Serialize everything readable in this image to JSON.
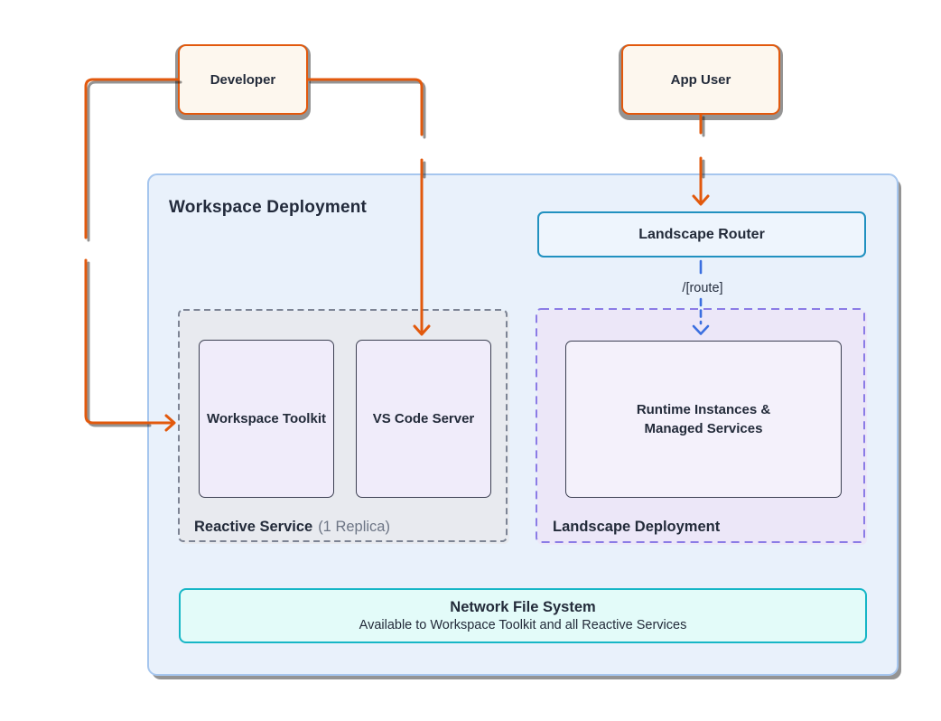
{
  "panel": {
    "title": "Workspace Deployment",
    "route_label": "/[route]"
  },
  "nodes": {
    "developer": {
      "label": "Developer"
    },
    "app_user": {
      "label": "App User"
    },
    "landscape_router": {
      "label": "Landscape Router"
    },
    "workspace_toolkit": {
      "label": "Workspace Toolkit"
    },
    "vs_code_server": {
      "label": "VS Code Server"
    },
    "reactive_service": {
      "label": "Reactive Service",
      "suffix": "(1 Replica)"
    },
    "landscape_deployment": {
      "label": "Landscape Deployment"
    },
    "runtime_instances": {
      "line1": "Runtime Instances &",
      "line2": "Managed Services"
    },
    "network_file_system": {
      "title": "Network File System",
      "subtitle": "Available to Workspace Toolkit and all Reactive Services"
    }
  },
  "colors": {
    "arrow_orange": "#e2590d",
    "arrow_blue_dashed": "#3b6fe0",
    "group_border_purple_dashed": "#8b7ce6",
    "group_border_gray_dashed": "#7d8494",
    "nfs_border_teal": "#16b6c6",
    "router_border": "#2191c0",
    "panel_border": "#a6c6ee",
    "panel_bg": "#e9f1fb",
    "actor_border": "#e2590d",
    "actor_bg": "#fdf7ee",
    "text_dark": "#232b3a",
    "replica_gray": "#6d7585"
  }
}
